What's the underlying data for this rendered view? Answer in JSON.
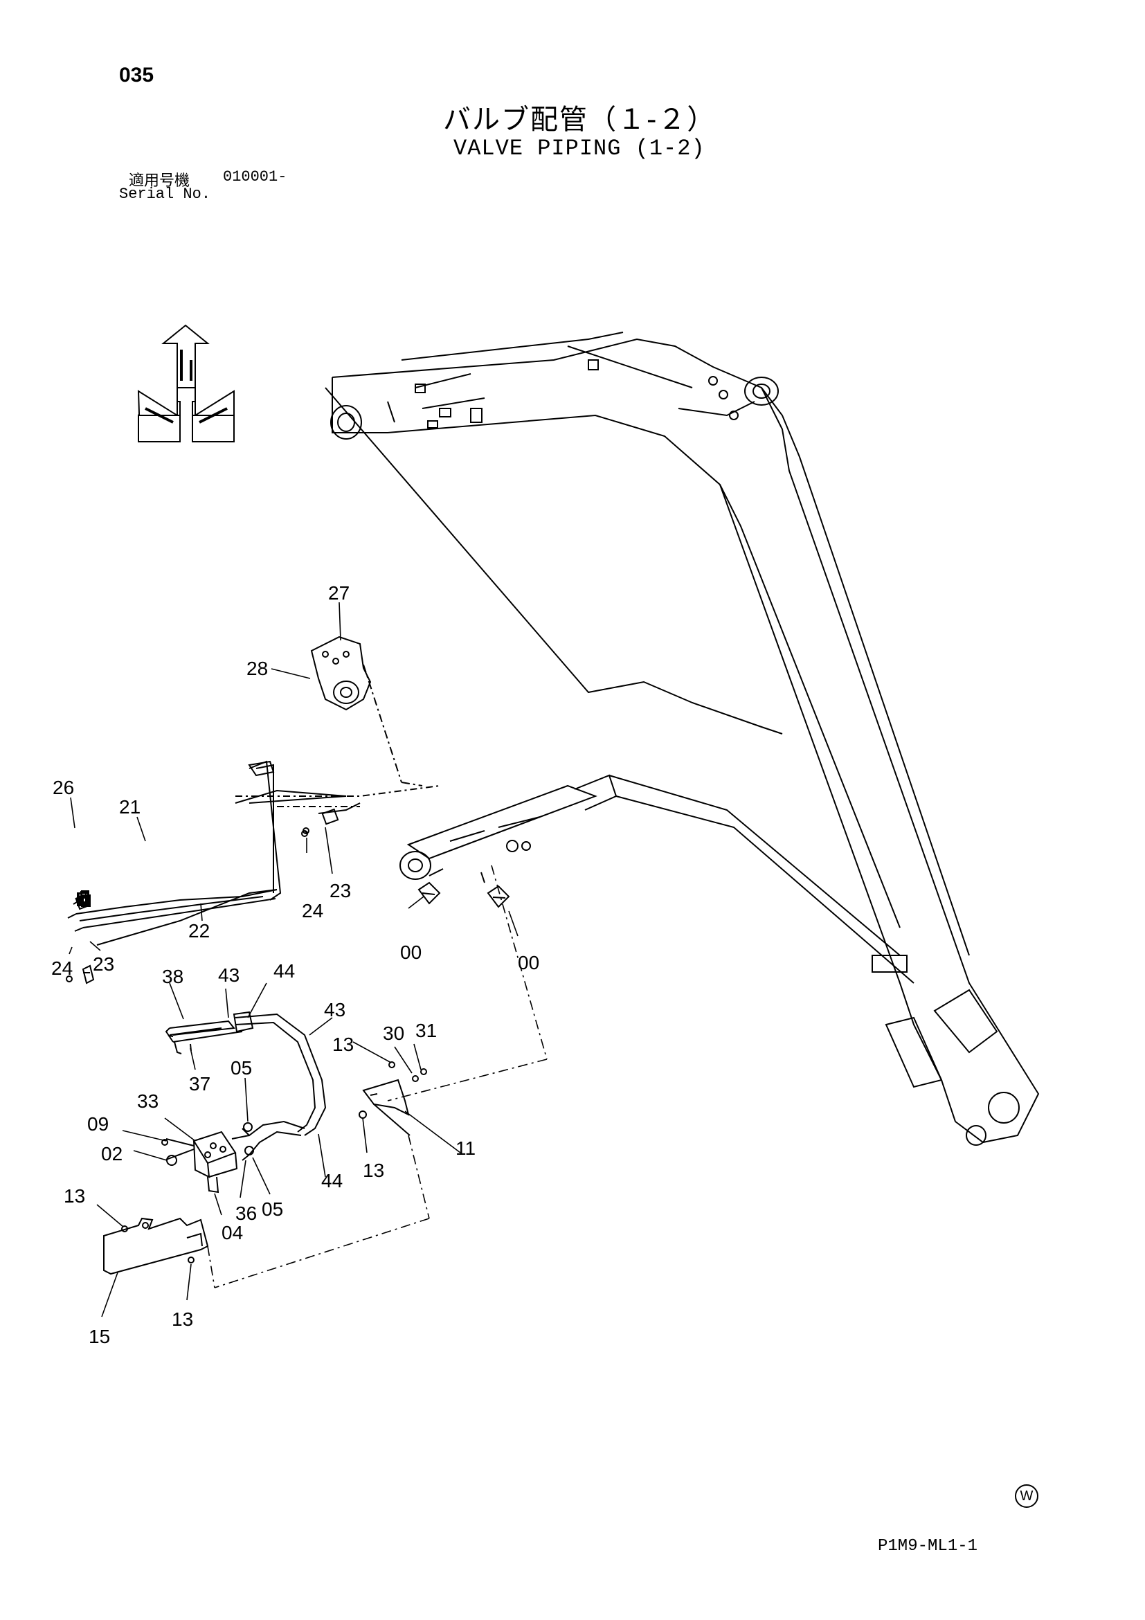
{
  "header": {
    "page_number": "035",
    "title_jp": "バルブ配管（１-２）",
    "title_en": "VALVE PIPING (1-2)",
    "serial_label_jp": "適用号機",
    "serial_value": "010001-",
    "serial_label_en": "Serial No."
  },
  "compass": {
    "icon": "direction-arrows-icon"
  },
  "callouts": [
    {
      "id": "27",
      "text": "27"
    },
    {
      "id": "28",
      "text": "28"
    },
    {
      "id": "26",
      "text": "26"
    },
    {
      "id": "21",
      "text": "21"
    },
    {
      "id": "24a",
      "text": "24"
    },
    {
      "id": "23a",
      "text": "23"
    },
    {
      "id": "22",
      "text": "22"
    },
    {
      "id": "24b",
      "text": "24"
    },
    {
      "id": "23b",
      "text": "23"
    },
    {
      "id": "00a",
      "text": "00"
    },
    {
      "id": "00b",
      "text": "00"
    },
    {
      "id": "38",
      "text": "38"
    },
    {
      "id": "43a",
      "text": "43"
    },
    {
      "id": "44a",
      "text": "44"
    },
    {
      "id": "43b",
      "text": "43"
    },
    {
      "id": "13a",
      "text": "13"
    },
    {
      "id": "30",
      "text": "30"
    },
    {
      "id": "31",
      "text": "31"
    },
    {
      "id": "05a",
      "text": "05"
    },
    {
      "id": "37",
      "text": "37"
    },
    {
      "id": "33",
      "text": "33"
    },
    {
      "id": "09",
      "text": "09"
    },
    {
      "id": "02",
      "text": "02"
    },
    {
      "id": "11",
      "text": "11"
    },
    {
      "id": "13b",
      "text": "13"
    },
    {
      "id": "44b",
      "text": "44"
    },
    {
      "id": "36",
      "text": "36"
    },
    {
      "id": "05b",
      "text": "05"
    },
    {
      "id": "13c",
      "text": "13"
    },
    {
      "id": "04",
      "text": "04"
    },
    {
      "id": "15",
      "text": "15"
    },
    {
      "id": "13d",
      "text": "13"
    }
  ],
  "footer": {
    "mark": "W",
    "code": "P1M9-ML1-1"
  }
}
